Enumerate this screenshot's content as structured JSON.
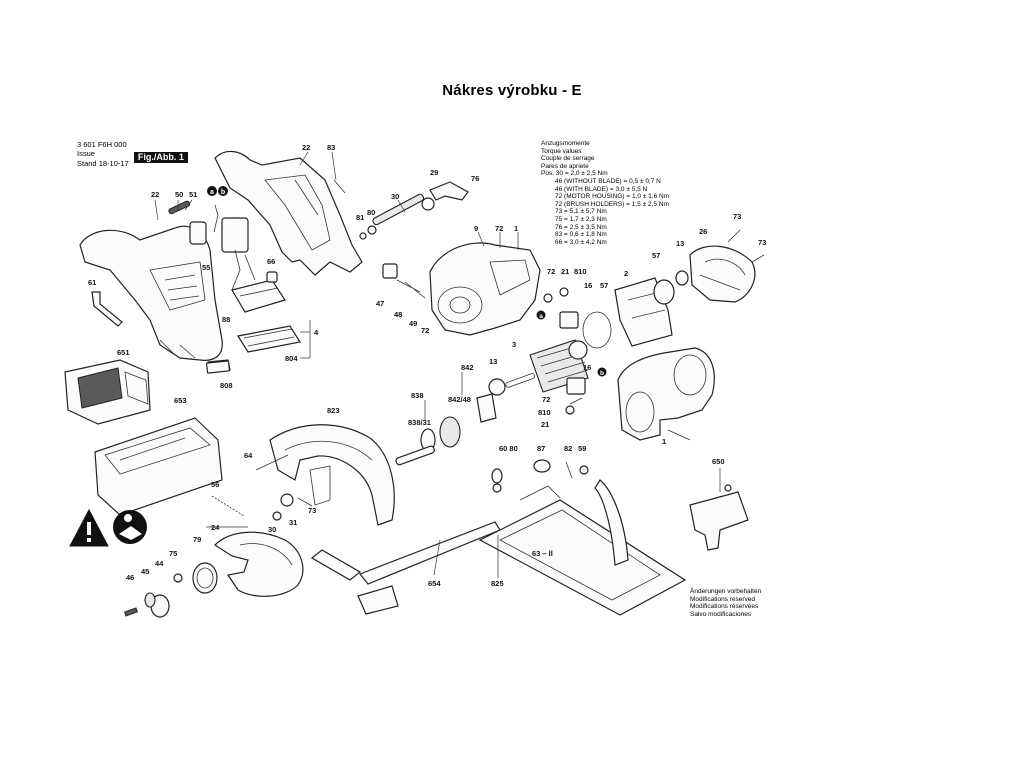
{
  "title": "Nákres výrobku - E",
  "header": {
    "part_number": "3 601 F6H 000",
    "issue_label": "Issue",
    "stand_label": "Stand",
    "date": "18-10-17",
    "figure_label": "Fig./Abb. 1"
  },
  "torque": {
    "lines": [
      "Anzugsmomente",
      "Torque values",
      "Couple de serrage",
      "Pares de apriete",
      "Pos. 30 = 2,0 ± 2,5 Nm"
    ],
    "indented_lines": [
      "46 (WITHOUT BLADE) = 0,5 ± 0,7 N",
      "46 (WITH BLADE) = 3,0 ± 5,5 N",
      "72 (MOTOR HOUSING) = 1,0 ± 1,6 Nm",
      "72 (BRUSH HOLDERS) = 1,5 ± 2,5 Nm",
      "73 = 5,1 ± 5,7 Nm",
      "75 = 1,7 ± 2,3 Nm",
      "76 = 2,5 ± 3,5 Nm",
      "83 = 0,6 ± 1,8 Nm",
      "66 = 3,0 ± 4,2 Nm"
    ]
  },
  "notice": {
    "lines": [
      "Änderungen vorbehalten",
      "Modifications reserved",
      "Modifications réservées",
      "Salvo modificaciones"
    ]
  },
  "callouts": {
    "c22a": "22",
    "c50": "50",
    "c51": "51",
    "c22b": "22",
    "c83": "83",
    "c29": "29",
    "c76": "76",
    "c30": "30",
    "c81": "81",
    "c80": "80",
    "c9": "9",
    "c72a": "72",
    "c1a": "1",
    "c61": "61",
    "c55": "55",
    "c66": "66",
    "c47": "47",
    "c48": "48",
    "c49": "49",
    "c72b": "72",
    "c88": "88",
    "c4": "4",
    "c804": "804",
    "c651": "651",
    "c808": "808",
    "c72c": "72",
    "c21a": "21",
    "c810a": "810",
    "c16a": "16",
    "c2": "2",
    "c57a": "57",
    "c57b": "57",
    "c13a": "13",
    "c26": "26",
    "c73a": "73",
    "c73b": "73",
    "c3": "3",
    "c13b": "13",
    "c842": "842",
    "c838": "838",
    "c842_48": "842/48",
    "c838_31": "838/31",
    "c16b": "16",
    "c72d": "72",
    "c810b": "810",
    "c21b": "21",
    "c1b": "1",
    "c653": "653",
    "c823": "823",
    "c64": "64",
    "c56": "56",
    "c6080": "60 80",
    "c87": "87",
    "c82": "82",
    "c59": "59",
    "c650": "650",
    "c24": "24",
    "c73c": "73",
    "c31": "31",
    "c30b": "30",
    "c79": "79",
    "c75": "75",
    "c44": "44",
    "c45": "45",
    "c46": "46",
    "c63": "63 – ll",
    "c654": "654",
    "c825": "825",
    "a_mark": "a",
    "b_mark": "b"
  }
}
